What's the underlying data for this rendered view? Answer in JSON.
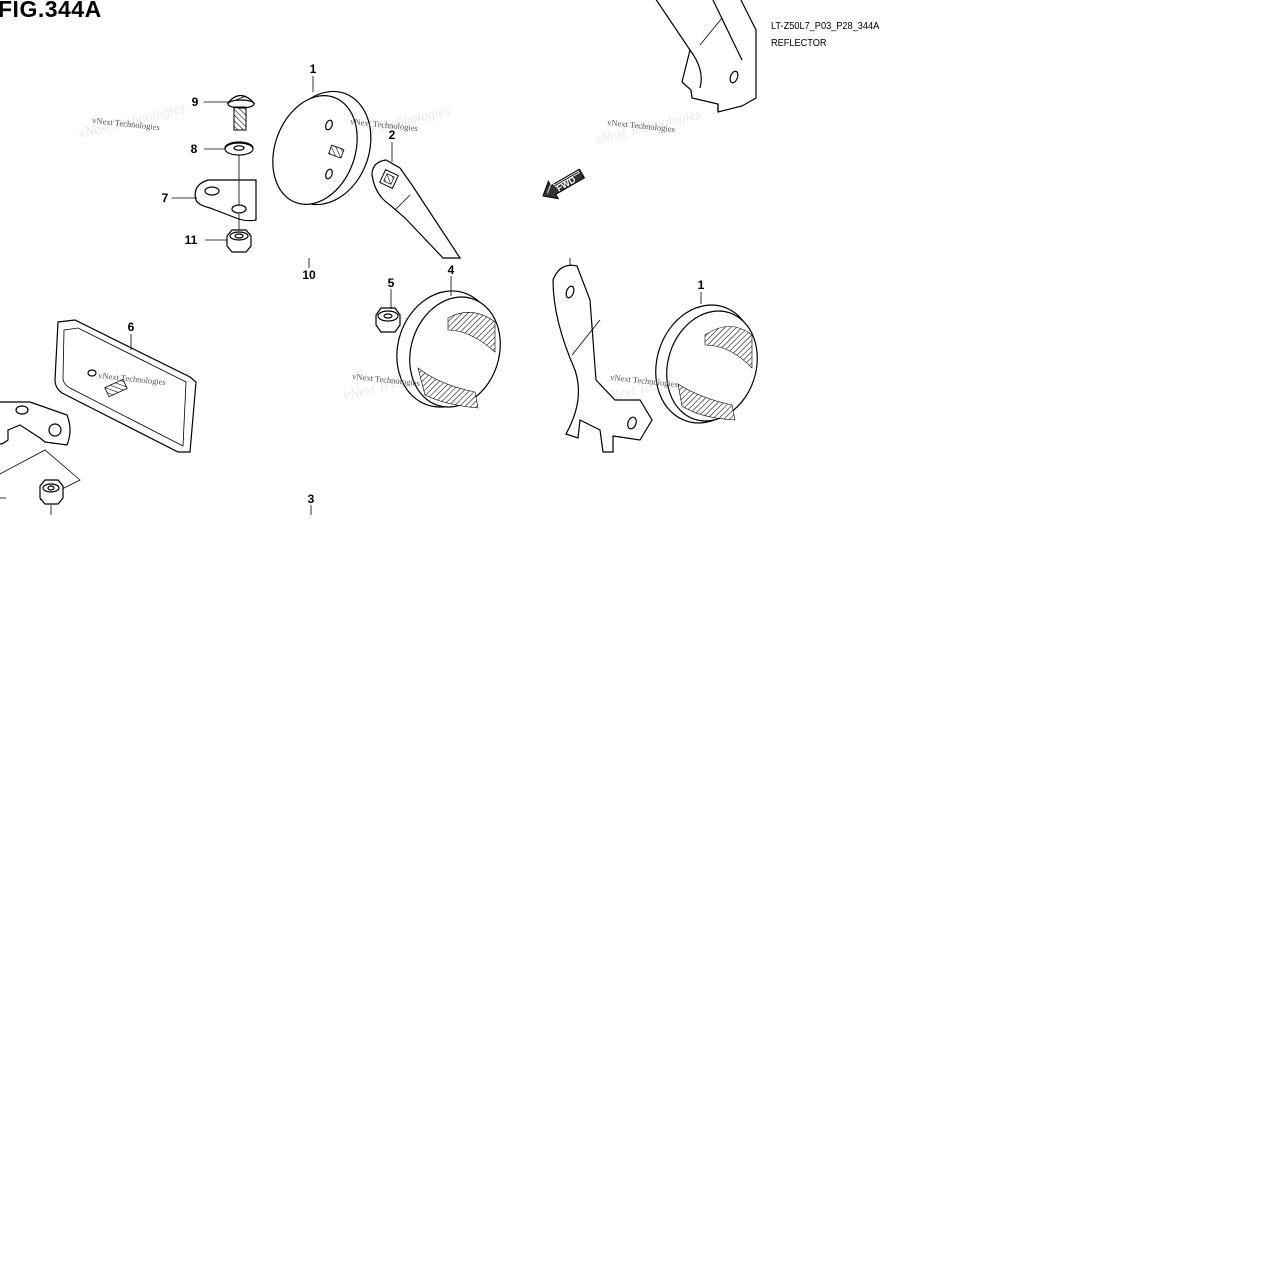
{
  "figure": {
    "title": "FIG.344A",
    "code": "LT-Z50L7_P03_P28_344A",
    "name": "REFLECTOR",
    "direction_label": "FWD",
    "watermark": "vNext Technologies"
  },
  "callouts": [
    {
      "id": "c1a",
      "label": "1"
    },
    {
      "id": "c2",
      "label": "2"
    },
    {
      "id": "c3",
      "label": "3"
    },
    {
      "id": "c4",
      "label": "4"
    },
    {
      "id": "c5",
      "label": "5"
    },
    {
      "id": "c6",
      "label": "6"
    },
    {
      "id": "c7",
      "label": "7"
    },
    {
      "id": "c8",
      "label": "8"
    },
    {
      "id": "c9",
      "label": "9"
    },
    {
      "id": "c10",
      "label": "10"
    },
    {
      "id": "c11",
      "label": "11"
    },
    {
      "id": "c1b",
      "label": "1"
    }
  ],
  "colors": {
    "line": "#000000",
    "background": "#ffffff",
    "watermark": "#555555"
  }
}
